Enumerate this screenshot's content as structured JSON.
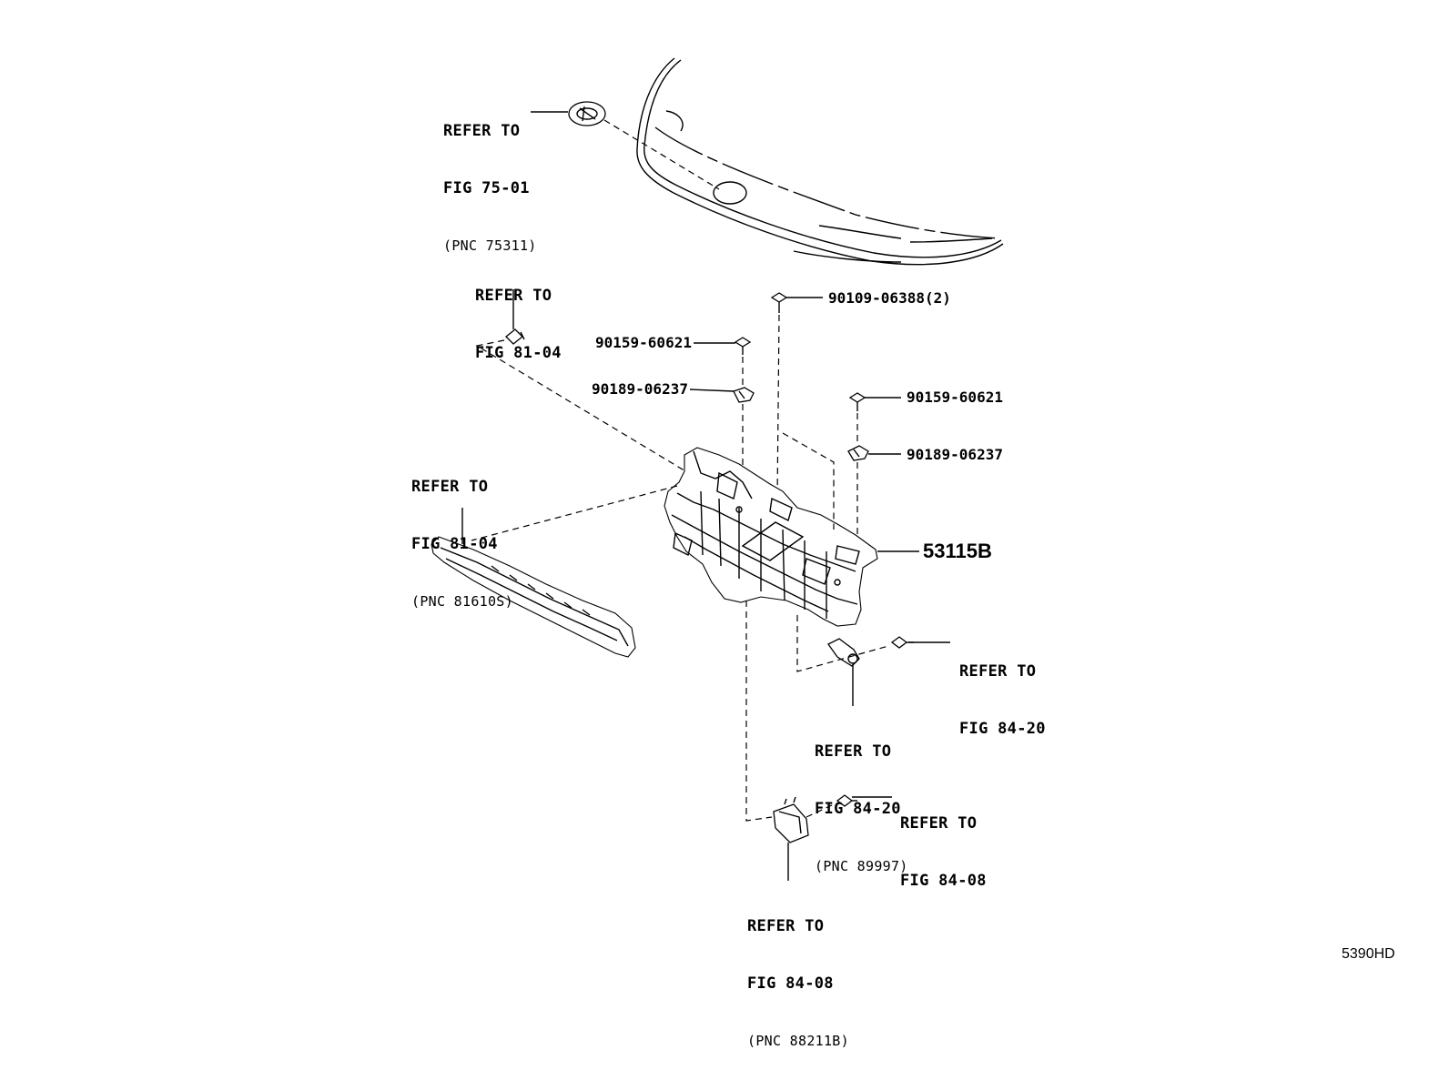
{
  "diagram_code": "5390HD",
  "main_part": "53115B",
  "callouts": {
    "emblem": {
      "line1": "REFER TO",
      "line2": "FIG 75-01",
      "line3": "(PNC 75311)"
    },
    "clip_top": {
      "line1": "REFER TO",
      "line2": "FIG 81-04"
    },
    "moulding": {
      "line1": "REFER TO",
      "line2": "FIG 81-04",
      "line3": "(PNC 81610S)"
    },
    "bolt_right": {
      "line1": "REFER TO",
      "line2": "FIG 84-20"
    },
    "sensor": {
      "line1": "REFER TO",
      "line2": "FIG 84-20",
      "line3": "(PNC 89997)"
    },
    "bolt_lower": {
      "line1": "REFER TO",
      "line2": "FIG 84-08"
    },
    "module": {
      "line1": "REFER TO",
      "line2": "FIG 84-08",
      "line3": "(PNC 88211B)"
    }
  },
  "part_numbers": {
    "screw_top": "90109-06388(2)",
    "bolt_left": "90159-60621",
    "nut_left": "90189-06237",
    "bolt_right": "90159-60621",
    "nut_right": "90189-06237"
  }
}
